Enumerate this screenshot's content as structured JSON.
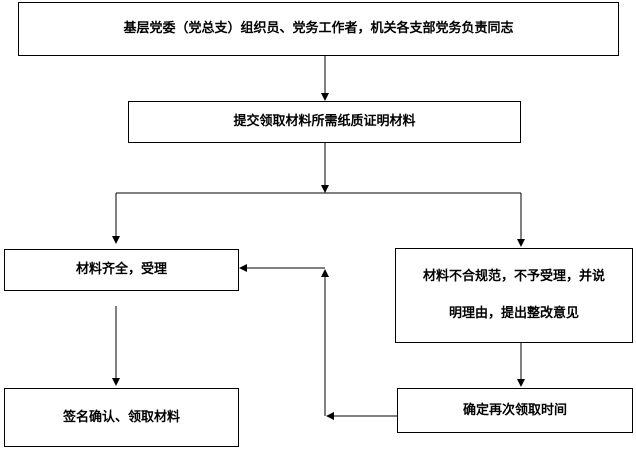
{
  "boxes": {
    "top": "基层党委（党总支）组织员、党务工作者，机关各支部党务负责同志",
    "submit": "提交领取材料所需纸质证明材料",
    "complete": "材料齐全，受理",
    "incomplete_line1": "材料不合规范，不予受理，并说",
    "incomplete_line2": "明理由，提出整改意见",
    "sign": "签名确认、领取材料",
    "reschedule": "确定再次领取时间"
  }
}
